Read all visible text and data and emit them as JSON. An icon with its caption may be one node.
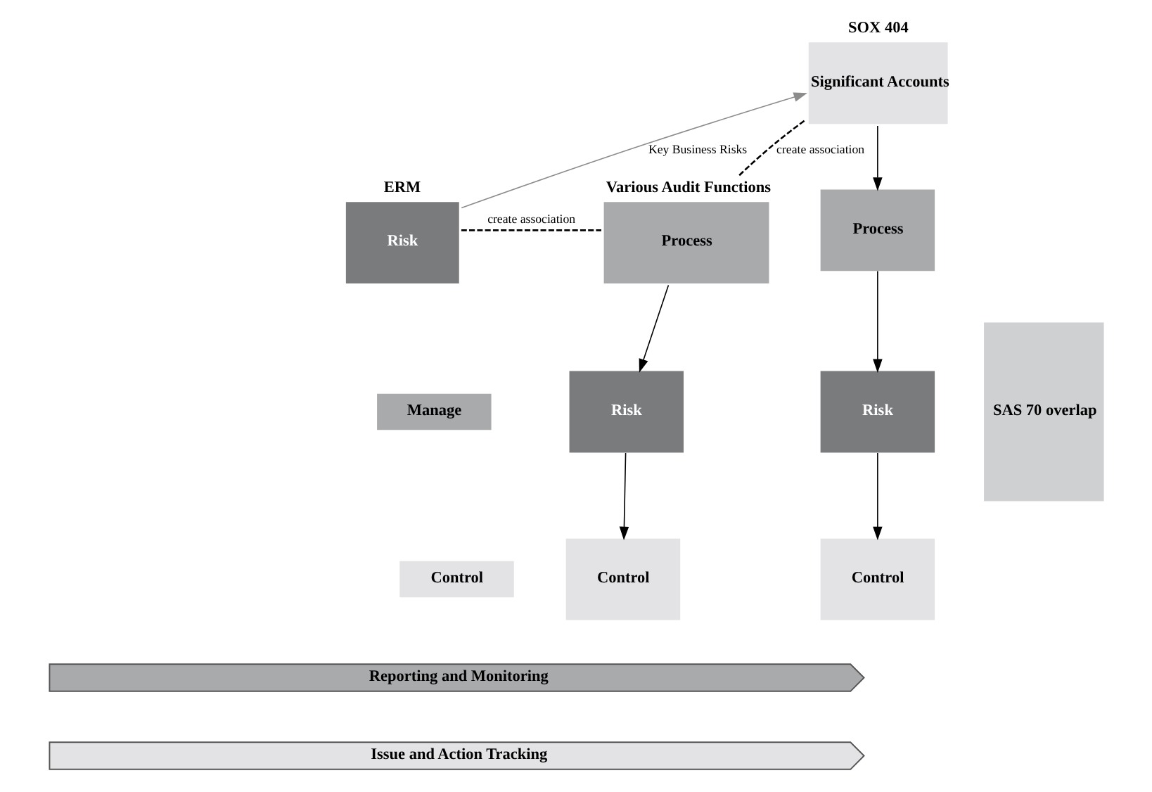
{
  "diagram": {
    "nodes": [
      {
        "text": [
          "ERM",
          "Risk"
        ]
      },
      {
        "text": [
          "Manage"
        ]
      },
      {
        "text": [
          "Control"
        ]
      },
      {
        "text": [
          "Various Audit Functions",
          "Process"
        ]
      },
      {
        "text": [
          "Risk"
        ]
      },
      {
        "text": [
          "Control"
        ]
      },
      {
        "text": [
          "SOX 404",
          "Significant Accounts"
        ]
      },
      {
        "text": [
          "SAS 70 overlap"
        ]
      },
      {
        "text": [
          "Process"
        ]
      },
      {
        "text": [
          "Risk"
        ]
      },
      {
        "text": [
          "Control"
        ]
      },
      {
        "text": [
          "Reporting and Monitoring"
        ]
      },
      {
        "text": [
          "Issue and Action Tracking"
        ]
      }
    ],
    "edges": [
      {
        "from": 0,
        "to": 6,
        "arrow": "to",
        "label": "Key Business Risks",
        "color": "#8c8c8c"
      },
      {
        "from": 0,
        "to": 3,
        "arrow": "none",
        "label": "create association",
        "style": "dashed"
      },
      {
        "from": 3,
        "to": 6,
        "arrow": "none",
        "label": "create association",
        "style": "dashed"
      },
      {
        "from": 3,
        "to": 4,
        "arrow": "to"
      },
      {
        "from": 4,
        "to": 5,
        "arrow": "to"
      },
      {
        "from": 6,
        "to": 8,
        "arrow": "to"
      },
      {
        "from": 8,
        "to": 9,
        "arrow": "to"
      },
      {
        "from": 9,
        "to": 10,
        "arrow": "to"
      }
    ]
  }
}
